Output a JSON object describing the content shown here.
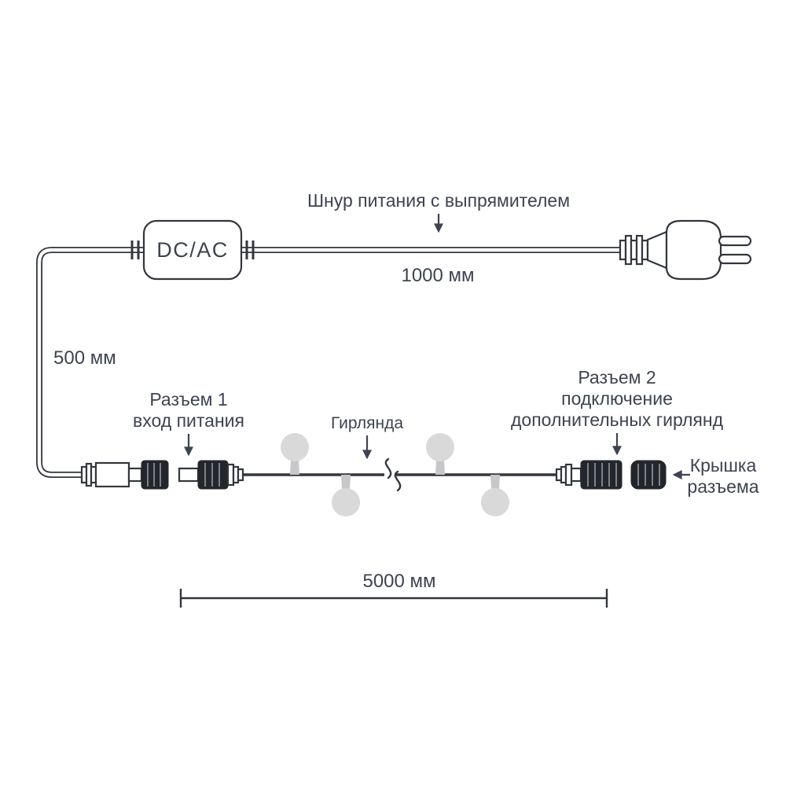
{
  "labels": {
    "power_cord": "Шнур питания с выпрямителем",
    "adapter": "DC/AC",
    "len_power_cord": "1000 мм",
    "len_drop": "500 мм",
    "len_garland": "5000 мм",
    "connector1_l1": "Разъем 1",
    "connector1_l2": "вход питания",
    "garland": "Гирлянда",
    "connector2_l1": "Разъем 2",
    "connector2_l2": "подключение",
    "connector2_l3": "дополнительных гирлянд",
    "cap_l1": "Крышка",
    "cap_l2": "разъема"
  },
  "colors": {
    "background": "#ffffff",
    "text": "#3d4350",
    "line": "#33373d",
    "bulb": "#d9d9d9",
    "connector_dark": "#23262b"
  }
}
